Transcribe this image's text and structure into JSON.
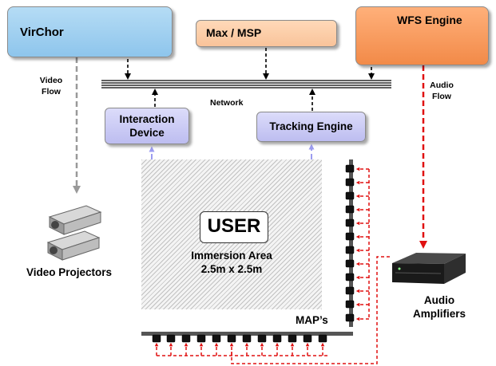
{
  "boxes": {
    "virchor": "VirChor",
    "max_msp": "Max / MSP",
    "wfs_engine": "WFS Engine",
    "interaction_line1": "Interaction",
    "interaction_line2": "Device",
    "tracking_engine": "Tracking Engine",
    "user": "USER"
  },
  "labels": {
    "video_flow_line1": "Video",
    "video_flow_line2": "Flow",
    "network": "Network",
    "audio_flow_line1": "Audio",
    "audio_flow_line2": "Flow",
    "immersion_line1": "Immersion Area",
    "immersion_line2": "2.5m x 2.5m",
    "maps": "MAP’s",
    "video_projectors": "Video Projectors",
    "amplifiers_line1": "Audio",
    "amplifiers_line2": "Amplifiers"
  },
  "colors": {
    "video_flow_arrow": "#999999",
    "audio_flow_arrow": "#e01010",
    "tracking_link": "#9c9cf0",
    "network_bus": "#000000"
  },
  "icons": {
    "virchor_logo": "ribbon-figure-logo",
    "max_msp_patch": "patch-screenshot-thumbnail",
    "wfs_engine": "rack-server-unit",
    "video_projectors": "stacked-projectors",
    "audio_amplifiers": "rack-amplifier",
    "speakers": "loudspeaker-array"
  }
}
